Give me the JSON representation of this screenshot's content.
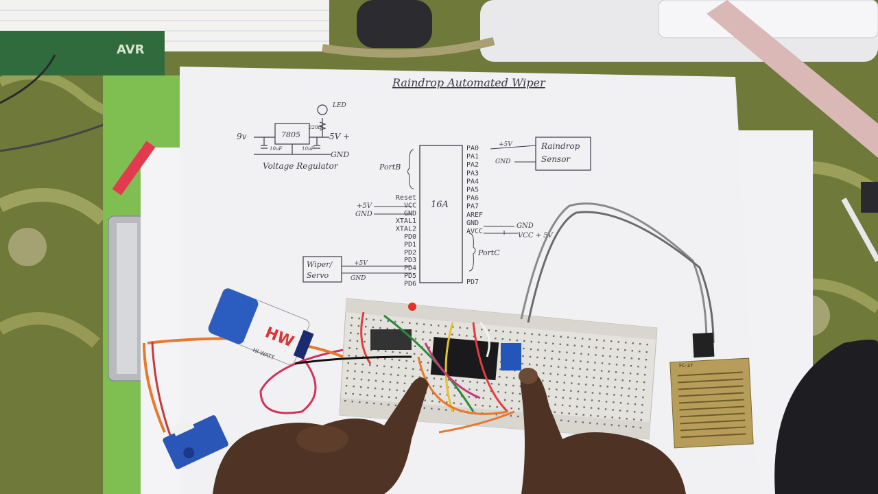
{
  "schematic": {
    "title": "Raindrop Automated Wiper",
    "regulator": {
      "chip": "7805",
      "input": "9v",
      "output": "5V +",
      "ground": "GND",
      "caption": "Voltage Regulator",
      "led": "LED",
      "cap_left": "10uF",
      "cap_right": "10uF",
      "resistor": "220Ω"
    },
    "mcu": {
      "name": "16A",
      "portb": "PortB",
      "portc": "PortC",
      "left_pins": [
        "Reset",
        "VCC",
        "GND",
        "XTAL1",
        "XTAL2",
        "PD0",
        "PD1",
        "PD2",
        "PD3",
        "PD4",
        "PD5",
        "PD6"
      ],
      "right_pins": [
        "PA0",
        "PA1",
        "PA2",
        "PA3",
        "PA4",
        "PA5",
        "PA6",
        "PA7",
        "AREF",
        "GND",
        "AVCC",
        "PD7"
      ],
      "left_power": [
        "+5V",
        "GND"
      ],
      "right_power": [
        "GND",
        "VCC + 5V"
      ]
    },
    "raindrop_sensor": {
      "label_line1": "Raindrop",
      "label_line2": "Sensor",
      "vcc": "+5V",
      "gnd": "GND"
    },
    "servo": {
      "label_line1": "Wiper/",
      "label_line2": "Servo",
      "vcc": "+5V",
      "gnd": "GND"
    }
  },
  "objects": {
    "battery_brand": "HW",
    "battery_text": "HI-WATT",
    "sensor_code": "FC-37",
    "board_text": "AVR"
  },
  "colors": {
    "paper": "#f1f1f3",
    "breadboard": "#e6e4df",
    "battery_blue": "#2b5cbf",
    "sensor_gold": "#b79d5a",
    "skin": "#5a3a2a",
    "cloth": "#7b843f"
  }
}
